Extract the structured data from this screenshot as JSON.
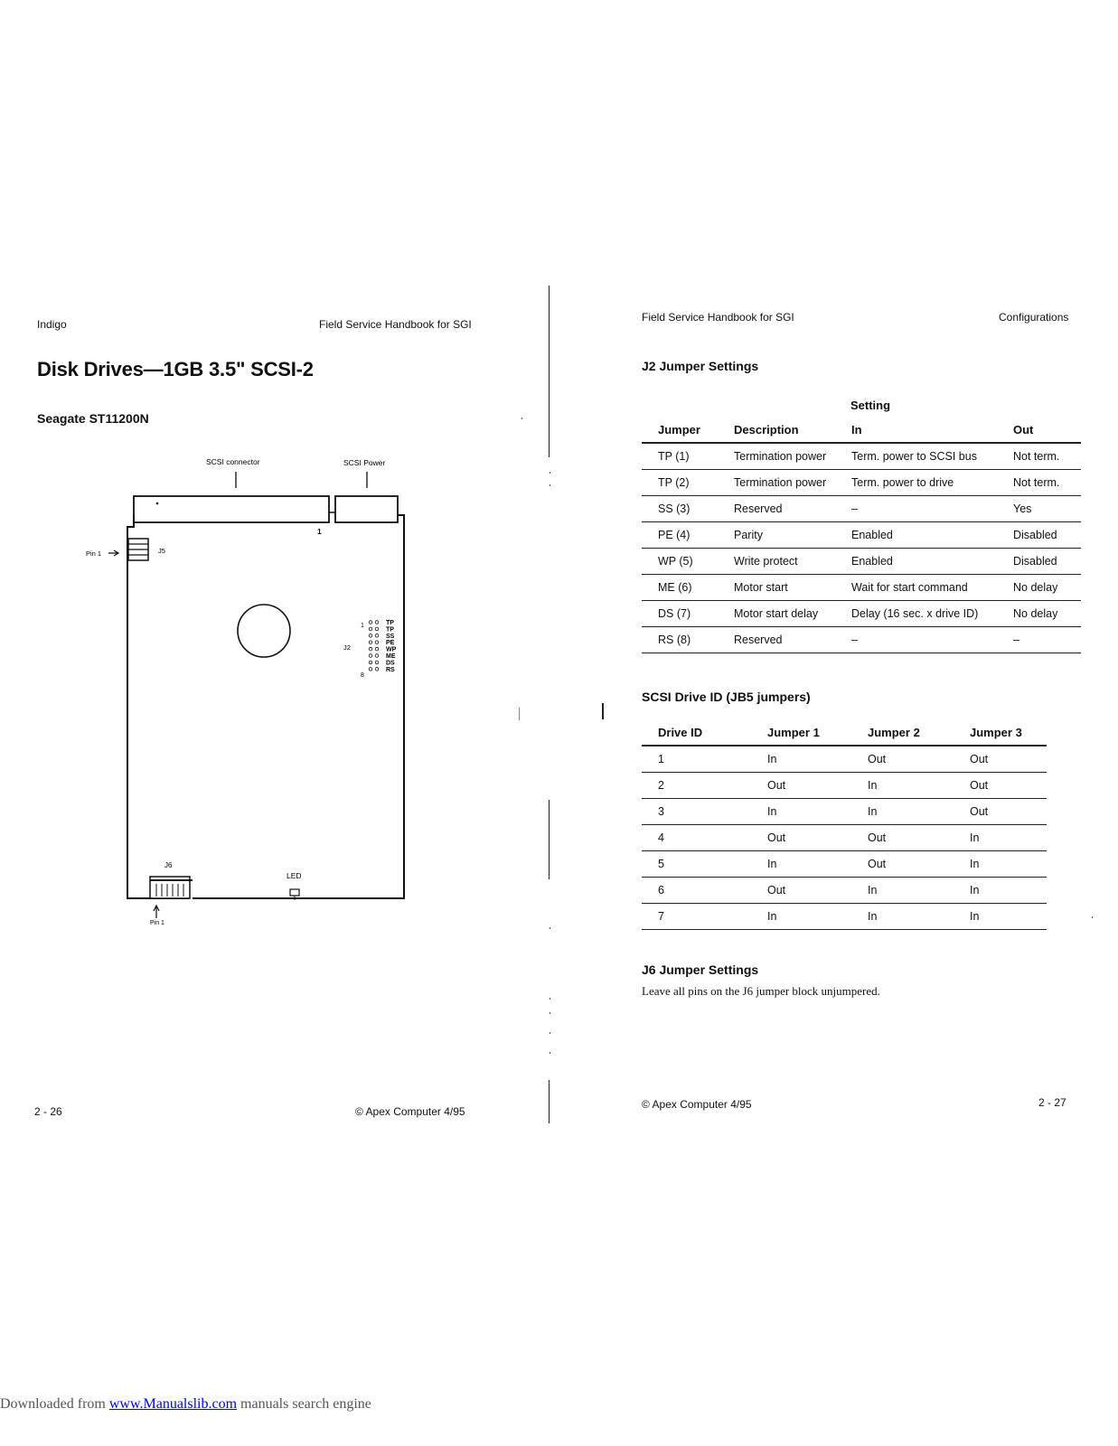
{
  "left_page": {
    "header_left": "Indigo",
    "header_right": "Field Service Handbook for SGI",
    "title": "Disk Drives—1GB 3.5\" SCSI-2",
    "subtitle": "Seagate ST11200N",
    "diagram": {
      "scsi_connector_label": "SCSI connector",
      "scsi_power_label": "SCSI Power",
      "pin1_left_label": "Pin 1",
      "j5_label": "J5",
      "connector_pin_label": "1",
      "j2_label": "J2",
      "j2_first_pin": "1",
      "j2_last_pin": "8",
      "j2_pins": [
        "TP",
        "TP",
        "SS",
        "PE",
        "WP",
        "ME",
        "DS",
        "RS"
      ],
      "j6_label": "J6",
      "led_label": "LED",
      "pin1_bottom_label": "Pin 1"
    },
    "footer_left": "2 - 26",
    "footer_right": "© Apex Computer 4/95"
  },
  "right_page": {
    "header_left": "Field Service Handbook for SGI",
    "header_right": "Configurations",
    "j2_section_title": "J2 Jumper Settings",
    "j2_table": {
      "setting_header": "Setting",
      "columns": [
        "Jumper",
        "Description",
        "In",
        "Out"
      ],
      "rows": [
        [
          "TP (1)",
          "Termination power",
          "Term. power to SCSI bus",
          "Not term."
        ],
        [
          "TP (2)",
          "Termination power",
          "Term. power to drive",
          "Not term."
        ],
        [
          "SS (3)",
          "Reserved",
          "–",
          "Yes"
        ],
        [
          "PE (4)",
          "Parity",
          "Enabled",
          "Disabled"
        ],
        [
          "WP (5)",
          "Write protect",
          "Enabled",
          "Disabled"
        ],
        [
          "ME (6)",
          "Motor start",
          "Wait for start command",
          "No delay"
        ],
        [
          "DS (7)",
          "Motor start delay",
          "Delay (16 sec. x drive ID)",
          "No delay"
        ],
        [
          "RS (8)",
          "Reserved",
          "–",
          "–"
        ]
      ]
    },
    "scsi_section_title": "SCSI Drive ID (JB5 jumpers)",
    "scsi_table": {
      "columns": [
        "Drive ID",
        "Jumper 1",
        "Jumper 2",
        "Jumper 3"
      ],
      "rows": [
        [
          "1",
          "In",
          "Out",
          "Out"
        ],
        [
          "2",
          "Out",
          "In",
          "Out"
        ],
        [
          "3",
          "In",
          "In",
          "Out"
        ],
        [
          "4",
          "Out",
          "Out",
          "In"
        ],
        [
          "5",
          "In",
          "Out",
          "In"
        ],
        [
          "6",
          "Out",
          "In",
          "In"
        ],
        [
          "7",
          "In",
          "In",
          "In"
        ]
      ]
    },
    "j6_section_title": "J6 Jumper Settings",
    "j6_text": "Leave all pins on the J6 jumper block unjumpered.",
    "footer_left": "© Apex Computer 4/95",
    "footer_right": "2 - 27"
  },
  "download_footer": {
    "prefix": "Downloaded from ",
    "link_text": "www.Manualslib.com",
    "suffix": " manuals search engine"
  }
}
